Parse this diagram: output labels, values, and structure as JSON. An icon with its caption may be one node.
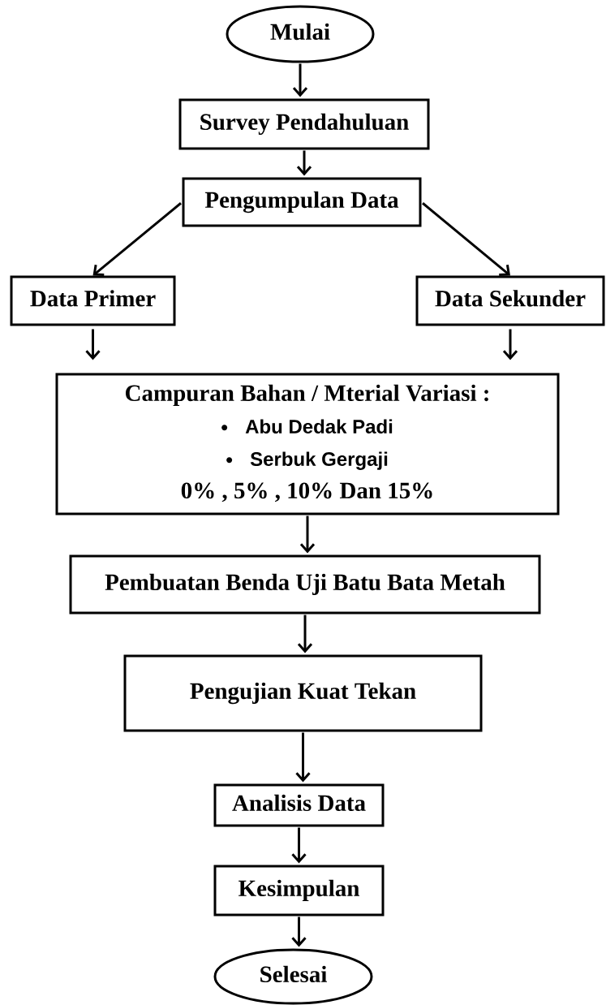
{
  "diagram": {
    "nodes": [
      {
        "text": [
          "Mulai"
        ]
      },
      {
        "text": [
          "Survey Pendahuluan"
        ]
      },
      {
        "text": [
          "Pengumpulan Data"
        ]
      },
      {
        "text": [
          "Data Primer"
        ]
      },
      {
        "text": [
          "Data Sekunder"
        ]
      },
      {
        "text": [
          "Campuran Bahan / Mterial Variasi :",
          "Abu Dedak Padi",
          "Serbuk Gergaji",
          "0% , 5% , 10% Dan 15%"
        ]
      },
      {
        "text": [
          "Pembuatan Benda Uji Batu Bata Metah"
        ]
      },
      {
        "text": [
          "Pengujian Kuat Tekan"
        ]
      },
      {
        "text": [
          "Analisis Data"
        ]
      },
      {
        "text": [
          "Kesimpulan"
        ]
      },
      {
        "text": [
          "Selesai"
        ]
      }
    ],
    "edges": [
      {
        "from": 0,
        "to": 1,
        "arrow": "to"
      },
      {
        "from": 1,
        "to": 2,
        "arrow": "to"
      },
      {
        "from": 2,
        "to": 3,
        "arrow": "to"
      },
      {
        "from": 2,
        "to": 4,
        "arrow": "to"
      },
      {
        "from": 3,
        "to": 5,
        "arrow": "to"
      },
      {
        "from": 4,
        "to": 5,
        "arrow": "to"
      },
      {
        "from": 5,
        "to": 6,
        "arrow": "to"
      },
      {
        "from": 6,
        "to": 7,
        "arrow": "to"
      },
      {
        "from": 7,
        "to": 8,
        "arrow": "to"
      },
      {
        "from": 8,
        "to": 9,
        "arrow": "to"
      },
      {
        "from": 9,
        "to": 10,
        "arrow": "to"
      }
    ]
  }
}
